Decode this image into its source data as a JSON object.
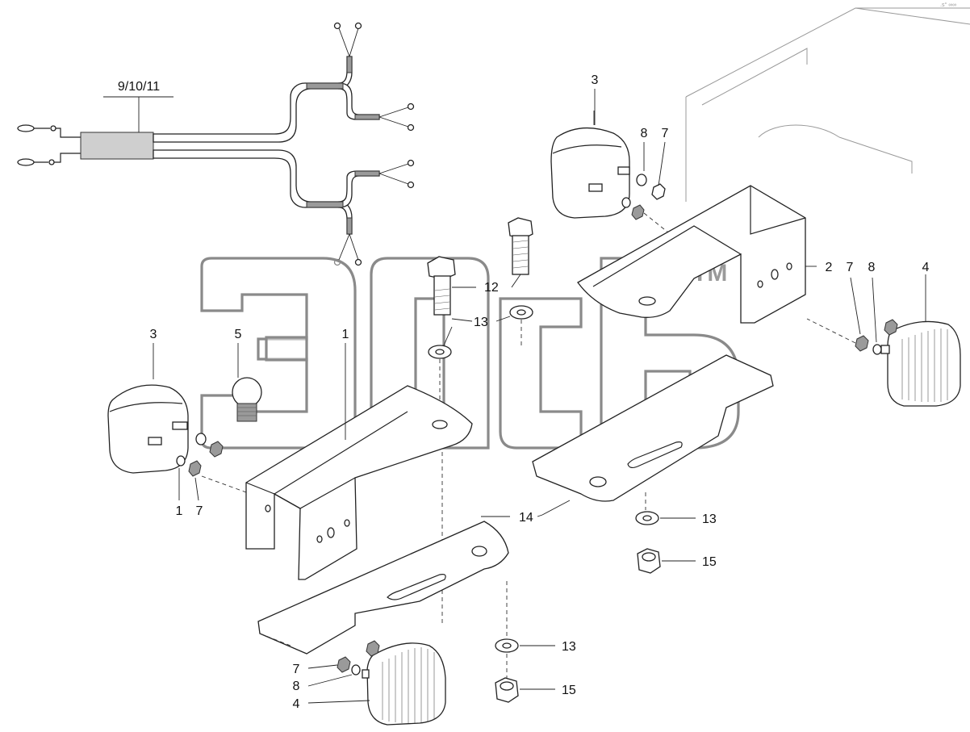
{
  "diagram": {
    "callouts": {
      "harness": "9/10/11",
      "lamp_left_top": "3",
      "lamp_right_top": "3",
      "bulb": "5",
      "bracket_left": "1",
      "bracket_right": "2",
      "bolt": "12",
      "washer_upper": "13",
      "washer_right": "13",
      "washer_bottom": "13",
      "plate_left": "14",
      "nut_right": "15",
      "nut_bottom": "15",
      "nut_top_right": "7",
      "washer_top_right": "8",
      "nut_mid_right": "7",
      "washer_mid_right": "8",
      "lamp_mid_right": "4",
      "nut_left": "7",
      "washer_left": "1",
      "nut_bottom_left": "7",
      "washer_bottom_left": "8",
      "lamp_bottom_left": "4"
    },
    "watermark": {
      "text": "эпс",
      "trademark": "TM"
    }
  }
}
